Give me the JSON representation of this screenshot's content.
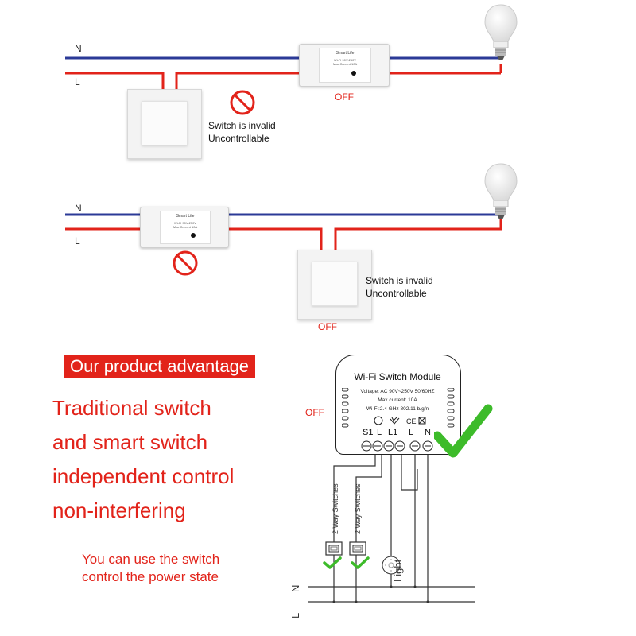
{
  "scene1": {
    "wire_n_label": "N",
    "wire_l_label": "L",
    "module_brand": "Smart Life",
    "module_spec_1": "Wi-Fi 90V-250V",
    "module_spec_2": "Max Current 10A",
    "status": "OFF",
    "note_line1": "Switch is invalid",
    "note_line2": "Uncontrollable"
  },
  "scene2": {
    "wire_n_label": "N",
    "wire_l_label": "L",
    "module_brand": "Smart Life",
    "module_spec_1": "Wi-Fi 90V-250V",
    "module_spec_2": "Max Current 10A",
    "status": "OFF",
    "note_line1": "Switch is invalid",
    "note_line2": "Uncontrollable"
  },
  "advantage": {
    "banner": "Our product advantage",
    "lines": [
      "Traditional switch",
      "and smart switch",
      "independent control",
      "non-interfering"
    ],
    "sub_line1": "You can use the switch",
    "sub_line2": "control the power state",
    "status": "OFF"
  },
  "module": {
    "title": "Wi-Fi Switch Module",
    "voltage": "Voltage: AC 90V~250V  50/60HZ",
    "current": "Max current: 10A",
    "wifi": "Wi-Fi:2.4 GHz   802.11 b/g/n",
    "terminals": [
      "S1",
      "L",
      "L1",
      "L",
      "N"
    ]
  },
  "wiring": {
    "switch_label_1": "2 Way Switches",
    "switch_label_2": "2 Way Switches",
    "light_label": "Light",
    "n_label": "N",
    "l_label": "L"
  },
  "colors": {
    "neutral_wire": "#2b3a97",
    "live_wire": "#e2231a",
    "accent_red": "#e2231a",
    "check_green": "#3dbb2a"
  }
}
